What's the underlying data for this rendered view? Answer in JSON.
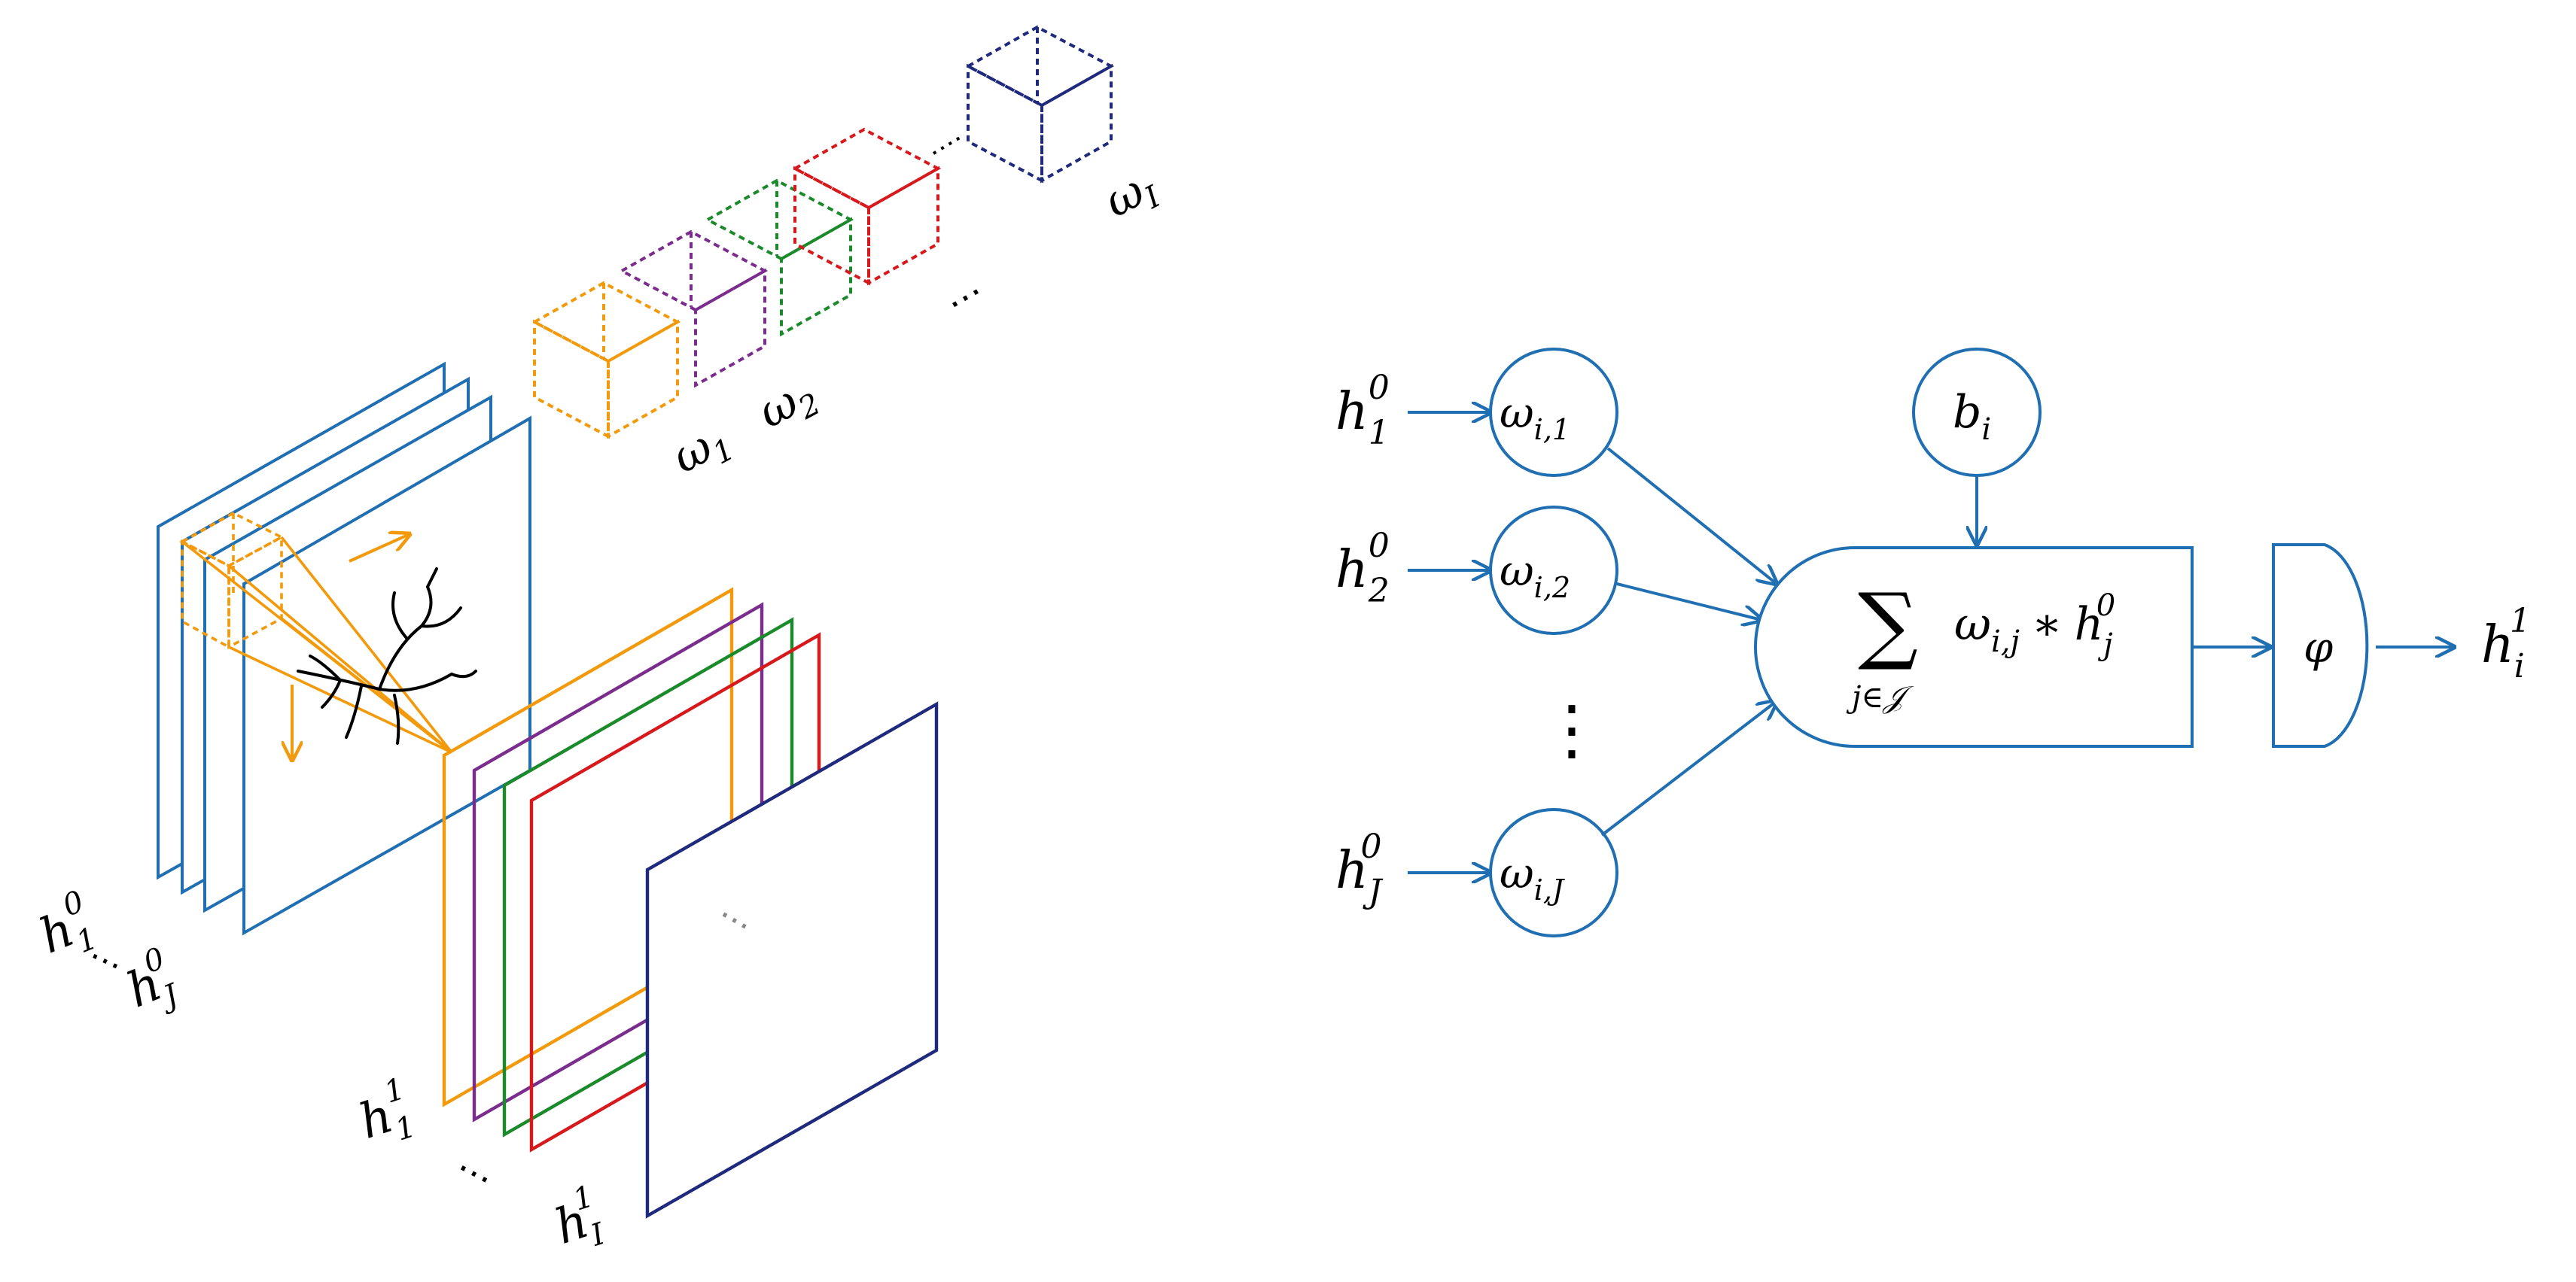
{
  "colors": {
    "blue": "#1f6fb2",
    "orange": "#f29a0c",
    "purple": "#7b2d8e",
    "green": "#1b8a2b",
    "red": "#d7191c",
    "navy": "#202a7d",
    "black": "#000000"
  },
  "left_panel": {
    "input_maps_first": {
      "base": "h",
      "sub": "1",
      "sup": "0"
    },
    "input_maps_dots": "…",
    "input_maps_last": {
      "base": "h",
      "sub": "J",
      "sup": "0"
    },
    "output_maps_first": {
      "base": "h",
      "sub": "1",
      "sup": "1"
    },
    "output_maps_dots": "…",
    "output_maps_last": {
      "base": "h",
      "sub": "I",
      "sup": "1"
    },
    "kernel_labels": {
      "w1": {
        "base": "ω",
        "sub": "1"
      },
      "w2": {
        "base": "ω",
        "sub": "2"
      },
      "wI": {
        "base": "ω",
        "sub": "I"
      }
    },
    "kernel_dots": "…",
    "kernel_chain_dots": "…",
    "output_inner_dots": "…"
  },
  "right_panel": {
    "inputs": [
      {
        "base": "h",
        "sub": "1",
        "sup": "0"
      },
      {
        "base": "h",
        "sub": "2",
        "sup": "0"
      },
      {
        "base": "h",
        "sub": "J",
        "sup": "0"
      }
    ],
    "weights": [
      {
        "base": "ω",
        "sub": "i,1"
      },
      {
        "base": "ω",
        "sub": "i,2"
      },
      {
        "base": "ω",
        "sub": "i,J"
      }
    ],
    "weights_dots": "⋮",
    "bias": {
      "base": "b",
      "sub": "i"
    },
    "sum": {
      "symbol": "∑",
      "index": "j∈𝒥",
      "term_base": "ω",
      "term_sub": "i,j",
      "operator": "∗",
      "input_base": "h",
      "input_sub": "j",
      "input_sup": "0"
    },
    "activation": "φ",
    "output": {
      "base": "h",
      "sub": "i",
      "sup": "1"
    }
  }
}
